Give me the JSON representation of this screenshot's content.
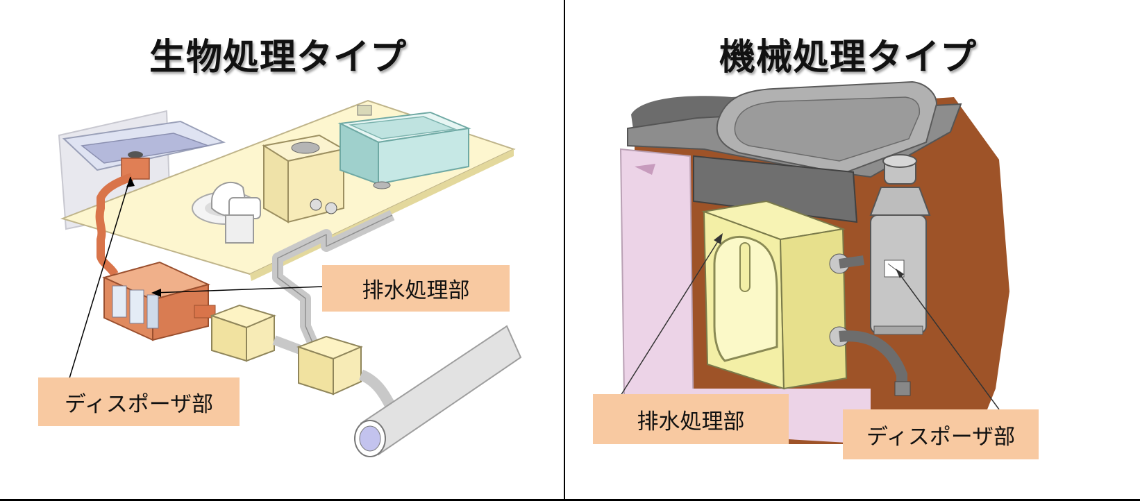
{
  "panels": {
    "biological": {
      "title": "生物処理タイプ",
      "labels": {
        "treatment": "排水処理部",
        "disposer": "ディスポーザ部"
      }
    },
    "mechanical": {
      "title": "機械処理タイプ",
      "labels": {
        "treatment": "排水処理部",
        "disposer": "ディスポーザ部"
      }
    }
  },
  "colors": {
    "label_bg": "#f8c9a1",
    "floor_yellow": "#fbf4c4",
    "pipe_orange": "#d9744a",
    "pipe_gray": "#c8c8c8",
    "cabinet_brown": "#a0532a",
    "tank_yellow": "#f3f0a8"
  }
}
